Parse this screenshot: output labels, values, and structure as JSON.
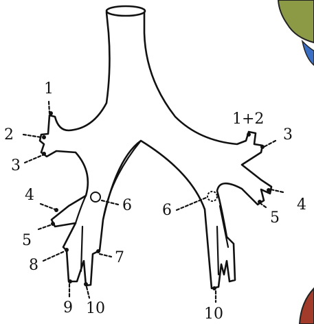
{
  "labels": {
    "right_1_2": "1+2",
    "right_3": "3",
    "right_4": "4",
    "right_5": "5",
    "right_6": "6",
    "right_10": "10",
    "left_1": "1",
    "left_2": "2",
    "left_3": "3",
    "left_4": "4",
    "left_5": "5",
    "left_6": "6",
    "left_7": "7",
    "left_8": "8",
    "left_9": "9",
    "left_10": "10"
  },
  "colors": {
    "ink": "#111111",
    "paper": "#ffffff",
    "corner_green": "#8c9a45",
    "corner_blue": "#3b6fc4",
    "corner_red": "#c0392b"
  }
}
